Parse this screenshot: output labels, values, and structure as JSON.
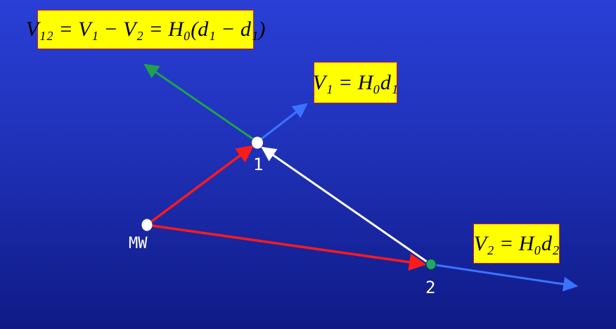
{
  "equations": {
    "v12": "V₁₂ = V₁ − V₂ = H₀(d₁ − d₁)",
    "v1": "V₁ = H₀d₁",
    "v2": "V₂ = H₀d₂"
  },
  "points": {
    "p1": "1",
    "mw": "MW",
    "p2": "2"
  },
  "colors": {
    "background_top": "#2a3fd6",
    "background_bottom": "#0f1a86",
    "box_fill": "#ffff00",
    "box_border": "#d02020",
    "red_arrow": "#ff1a1a",
    "green_arrow": "#1fa14a",
    "blue_arrow": "#3b73ff",
    "white_arrow": "#ffffff",
    "point2_fill": "#1fa86a"
  }
}
